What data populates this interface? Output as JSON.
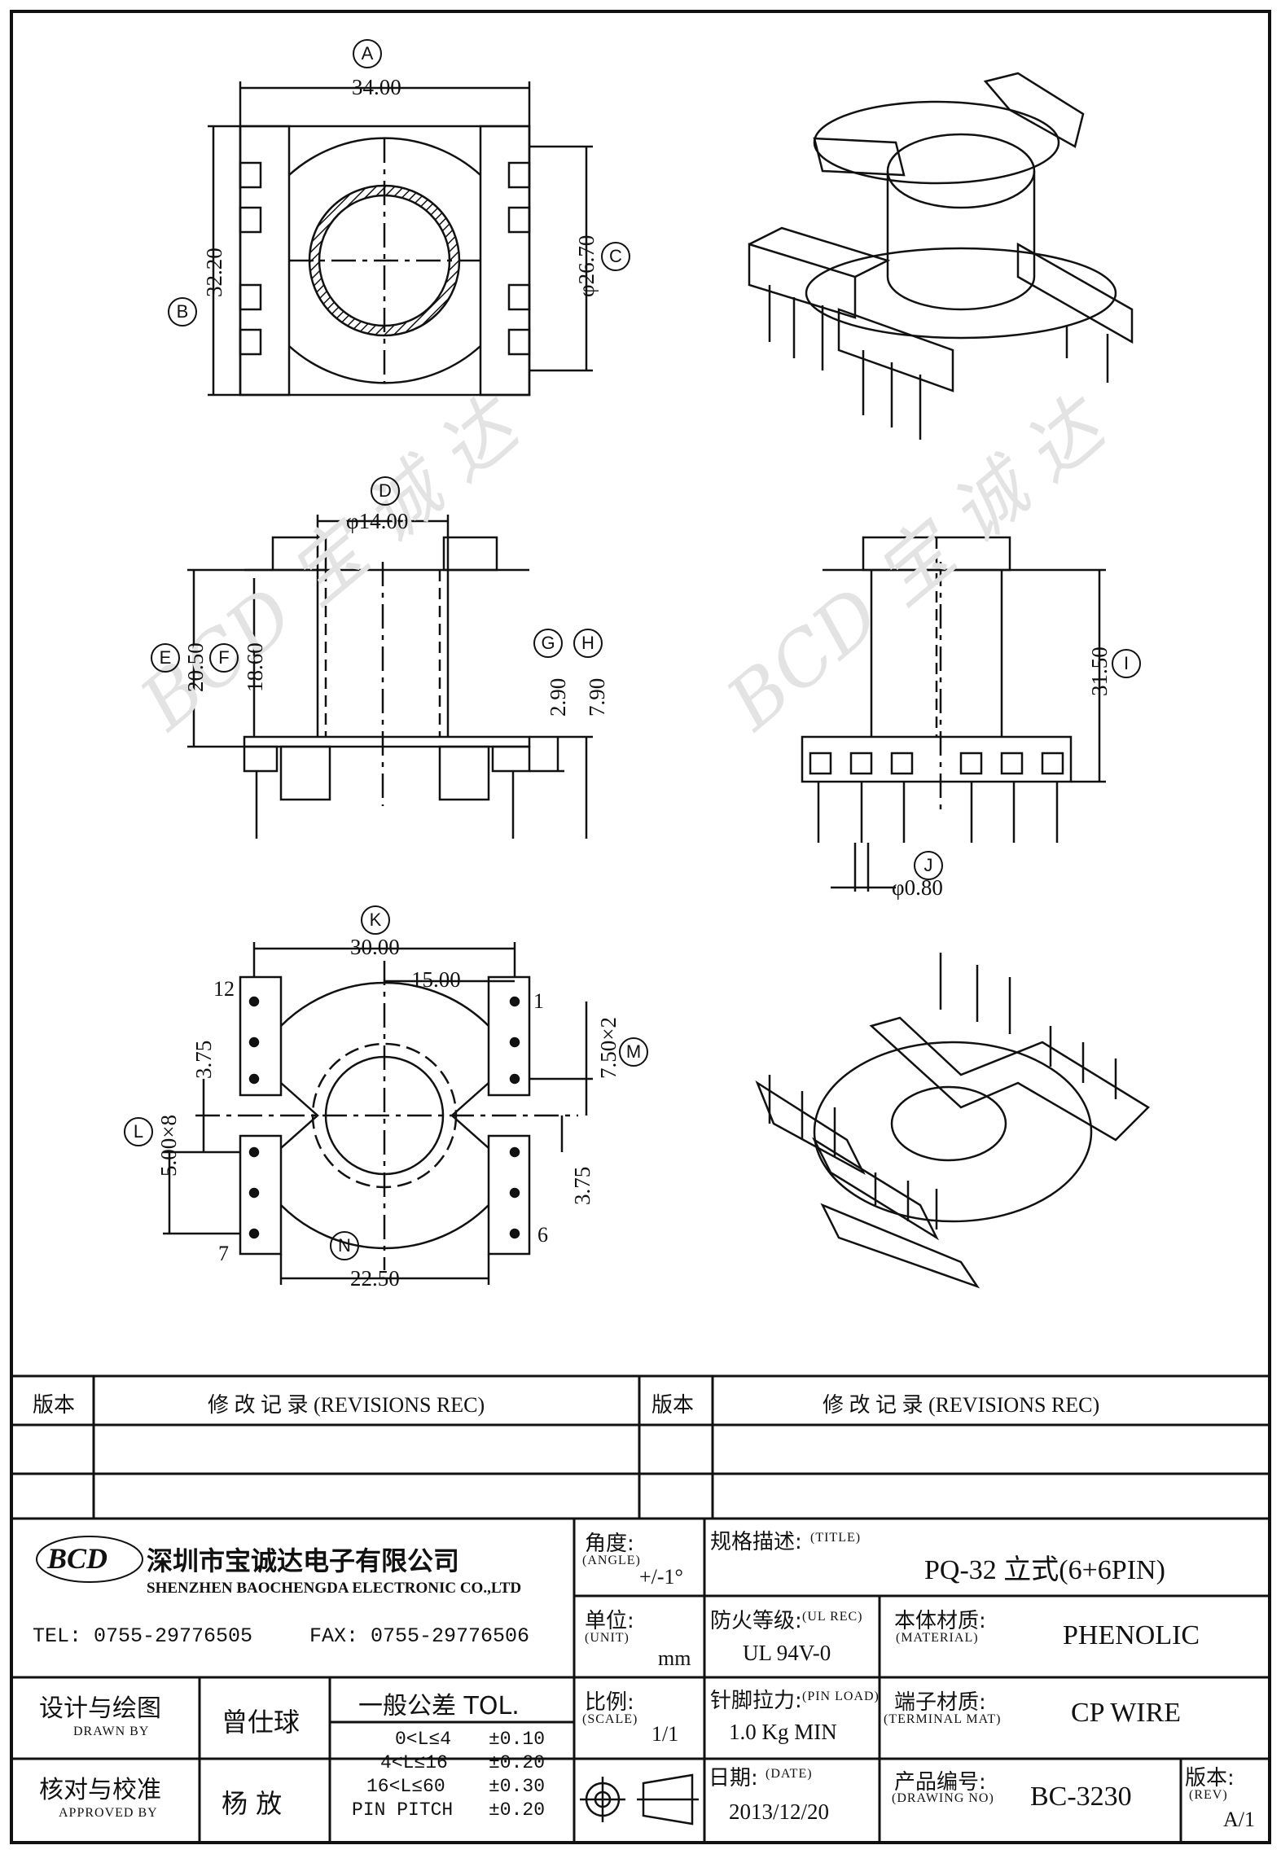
{
  "dimensions": {
    "A": {
      "letter": "A",
      "value": "34.00"
    },
    "B": {
      "letter": "B",
      "value": "32.20"
    },
    "C": {
      "letter": "C",
      "value": "φ26.70"
    },
    "D": {
      "letter": "D",
      "value": "φ14.00"
    },
    "E": {
      "letter": "E",
      "value": "20.50"
    },
    "F": {
      "letter": "F",
      "value": "18.60"
    },
    "G": {
      "letter": "G",
      "value": "2.90"
    },
    "H": {
      "letter": "H",
      "value": "7.90"
    },
    "I": {
      "letter": "I",
      "value": "31.50"
    },
    "J": {
      "letter": "J",
      "value": "φ0.80"
    },
    "K": {
      "letter": "K",
      "value": "30.00"
    },
    "K2": {
      "value": "15.00"
    },
    "L": {
      "letter": "L",
      "value": "5.00×8"
    },
    "L2": {
      "value": "3.75"
    },
    "M": {
      "letter": "M",
      "value": "7.50×2"
    },
    "M2": {
      "value": "3.75"
    },
    "N": {
      "letter": "N",
      "value": "22.50"
    }
  },
  "pins": {
    "p12": "12",
    "p1": "1",
    "p7": "7",
    "p6": "6"
  },
  "watermark": "BCD 宝 诚 达",
  "revisions": {
    "left_header_ver": "版本",
    "left_header_rec": "修 改 记 录  (REVISIONS REC)",
    "right_header_ver": "版本",
    "right_header_rec": "修 改 记 录  (REVISIONS REC)"
  },
  "company": {
    "logo": "BCD",
    "name_cn": "深圳市宝诚达电子有限公司",
    "name_en": "SHENZHEN BAOCHENGDA ELECTRONIC CO.,LTD",
    "tel": "TEL: 0755-29776505",
    "fax": "FAX: 0755-29776506"
  },
  "title_block": {
    "angle_label": "角度:",
    "angle_en": "(ANGLE)",
    "angle_value": "+/-1°",
    "title_label": "规格描述:",
    "title_en": "(TITLE)",
    "title_value": "PQ-32 立式(6+6PIN)",
    "unit_label": "单位:",
    "unit_en": "(UNIT)",
    "unit_value": "mm",
    "ul_label": "防火等级:",
    "ul_en": "(UL REC)",
    "ul_value": "UL 94V-0",
    "material_label": "本体材质:",
    "material_en": "(MATERIAL)",
    "material_value": "PHENOLIC",
    "scale_label": "比例:",
    "scale_en": "(SCALE)",
    "scale_value": "1/1",
    "pinload_label": "针脚拉力:",
    "pinload_en": "(PIN LOAD)",
    "pinload_value": "1.0 Kg MIN",
    "terminal_label": "端子材质:",
    "terminal_en": "(TERMINAL MAT)",
    "terminal_value": "CP WIRE",
    "date_label": "日期:",
    "date_en": "(DATE)",
    "date_value": "2013/12/20",
    "drawno_label": "产品编号:",
    "drawno_en": "(DRAWING NO)",
    "drawno_value": "BC-3230",
    "rev_label": "版本:",
    "rev_en": "(REV)",
    "rev_value": "A/1",
    "drawn_label": "设计与绘图",
    "drawn_en": "DRAWN BY",
    "drawn_name": "曾仕球",
    "approved_label": "核对与校准",
    "approved_en": "APPROVED BY",
    "approved_name": "杨  放",
    "tol_title": "一般公差  TOL.",
    "tol_rows": [
      {
        "range": "0<L≤4",
        "tol": "±0.10"
      },
      {
        "range": "4<L≤16",
        "tol": "±0.20"
      },
      {
        "range": "16<L≤60",
        "tol": "±0.30"
      },
      {
        "range": "PIN PITCH",
        "tol": "±0.20"
      }
    ]
  }
}
